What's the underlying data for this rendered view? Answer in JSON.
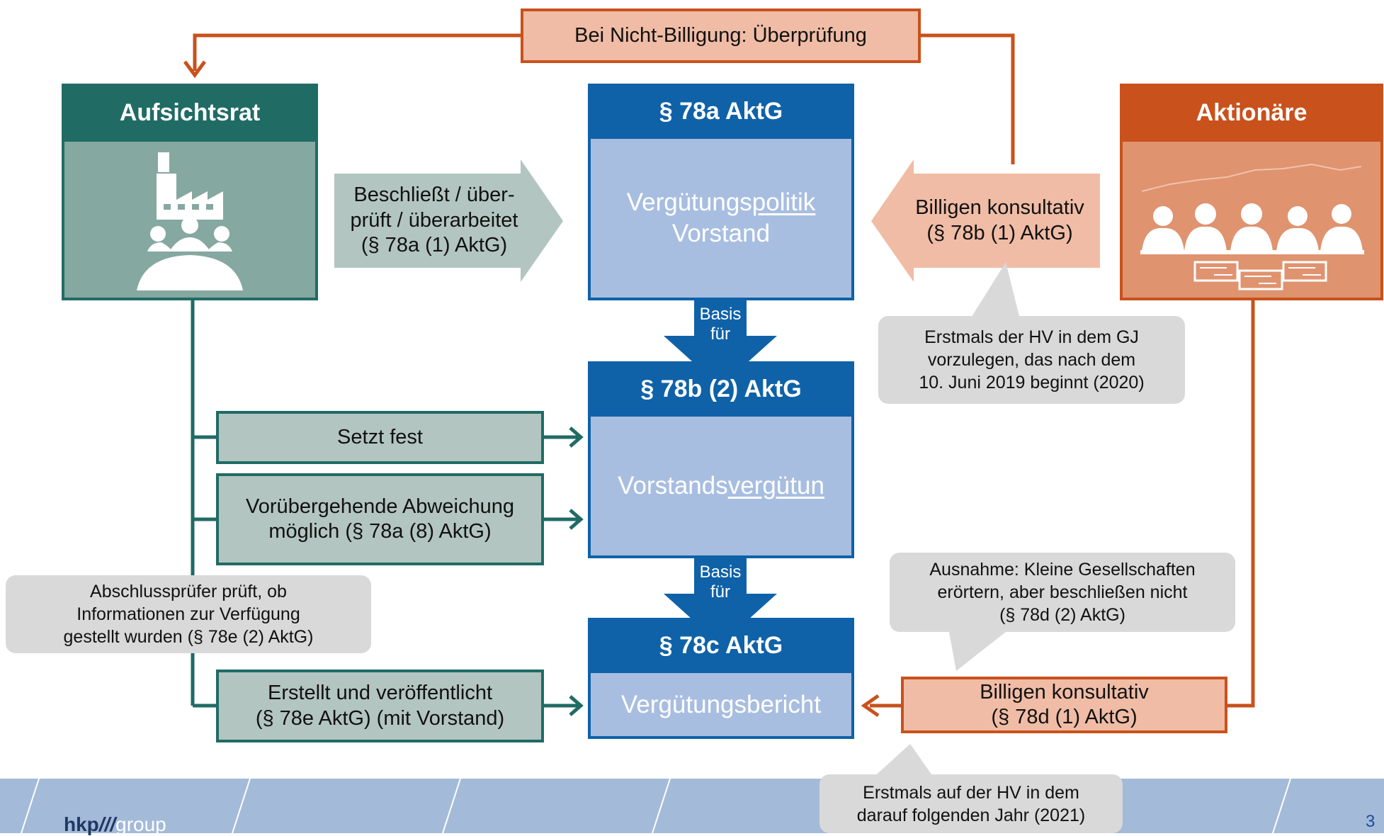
{
  "feedback": {
    "label": "Bei Nicht-Billigung: Überprüfung"
  },
  "aufsichtsrat": {
    "header": "Aufsichtsrat"
  },
  "aktionaere": {
    "header": "Aktionäre"
  },
  "sec_78a": {
    "header": "§ 78a AktG",
    "body_plain": "Vergütungs",
    "body_underlined": "politik",
    "body_line2": "Vorstand"
  },
  "sec_78b": {
    "header": "§ 78b (2) AktG",
    "body_plain": "Vorstands",
    "body_underlined": "vergütun"
  },
  "sec_78c": {
    "header": "§ 78c AktG",
    "body": "Vergütungsbericht"
  },
  "basis_arrow_1": {
    "line1": "Basis",
    "line2": "für"
  },
  "basis_arrow_2": {
    "line1": "Basis",
    "line2": "für"
  },
  "arrow_beschliesst": {
    "line1": "Beschließt / über-",
    "line2": "prüft / überarbeitet",
    "line3": "(§ 78a (1) AktG)"
  },
  "arrow_billigen_1": {
    "line1": "Billigen konsultativ",
    "line2": "(§ 78b (1) AktG)"
  },
  "box_setzt_fest": {
    "label": "Setzt fest"
  },
  "box_abweichung": {
    "line1": "Vorübergehende Abweichung",
    "line2": "möglich (§ 78a (8) AktG)"
  },
  "box_erstellt": {
    "line1": "Erstellt und veröffentlicht",
    "line2": "(§ 78e AktG) (mit Vorstand)"
  },
  "box_billigen_2": {
    "line1": "Billigen konsultativ",
    "line2": "(§ 78d (1) AktG)"
  },
  "callout_erstmals_hv": {
    "line1": "Erstmals der HV in dem GJ",
    "line2": "vorzulegen, das nach dem",
    "line3": "10. Juni 2019 beginnt (2020)"
  },
  "callout_abschlusspruefer": {
    "line1": "Abschlussprüfer prüft, ob",
    "line2": "Informationen zur Verfügung",
    "line3": "gestellt wurden (§ 78e (2) AktG)"
  },
  "callout_ausnahme": {
    "line1": "Ausnahme: Kleine Gesellschaften",
    "line2": "erörtern, aber beschließen nicht",
    "line3": "(§ 78d (2) AktG)"
  },
  "callout_erstmals_2021": {
    "line1": "Erstmals auf der HV in dem",
    "line2": "darauf folgenden Jahr (2021)"
  },
  "footer": {
    "logo_bold": "hkp",
    "logo_slashes": "///",
    "logo_light": "group",
    "page_number": "3"
  },
  "colors": {
    "teal_dark": "#216b65",
    "teal_fill": "#85a8a0",
    "teal_light": "#b3c5c0",
    "blue_dark": "#0f62a8",
    "blue_light": "#a8bee0",
    "orange_dark": "#c9511c",
    "orange_fill": "#e0936f",
    "orange_light": "#f0bca5",
    "callout_grey": "#d9d9d9"
  }
}
